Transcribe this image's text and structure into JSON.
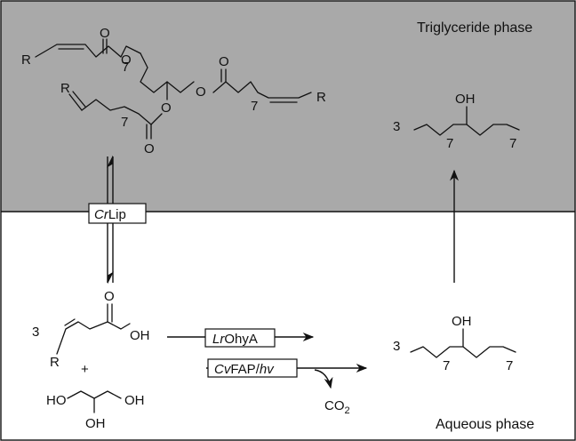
{
  "phases": {
    "top": {
      "label": "Triglyceride phase",
      "color": "#a9a9a9"
    },
    "bottom": {
      "label": "Aqueous phase",
      "color": "#ffffff"
    }
  },
  "enzymes": {
    "lipase": {
      "italic": "Cr",
      "rest": "Lip"
    },
    "hydratase": {
      "italic": "Lr",
      "rest": "OhyA"
    },
    "decarboxylase": {
      "italic": "Cv",
      "rest": "FAP/",
      "light": "hv"
    }
  },
  "triglyceride": {
    "R_left": "R",
    "R_right": "R",
    "R_middle": "R",
    "O_carbonyl_1": "O",
    "O_ester_1": "O",
    "O_carbonyl_2": "O",
    "O_ester_2": "O",
    "O_carbonyl_3": "O",
    "O_ester_3": "O",
    "n1": "7",
    "n2": "7",
    "n3": "7"
  },
  "alcohol_top": {
    "coef": "3",
    "OH": "OH",
    "n1": "7",
    "n2": "7"
  },
  "fatty_acid": {
    "coef": "3",
    "O": "O",
    "OH": "OH",
    "R": "R"
  },
  "plus": "+",
  "glycerol": {
    "HO_left": "HO",
    "OH_right": "OH",
    "OH_bottom": "OH"
  },
  "alcohol_bottom": {
    "coef": "3",
    "OH": "OH",
    "n1": "7",
    "n2": "7"
  },
  "co2": {
    "main": "CO",
    "sub": "2"
  }
}
